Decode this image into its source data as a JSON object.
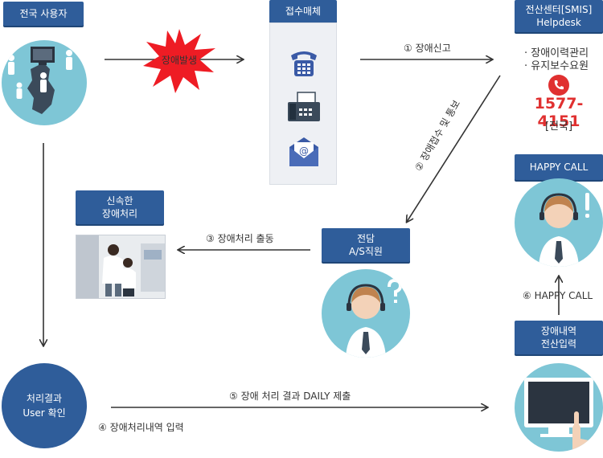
{
  "nodes": {
    "users": "전국 사용자",
    "media": "접수매체",
    "center_line1": "전산센터[SMIS]",
    "center_line2": "Helpdesk",
    "happy_call": "HAPPY CALL",
    "quick_line1": "신속한",
    "quick_line2": "장애처리",
    "staff_line1": "전담",
    "staff_line2": "A/S직원",
    "record_line1": "장애내역",
    "record_line2": "전산입력",
    "result_line1": "처리결과",
    "result_line2": "User 확인"
  },
  "center_items": [
    "· 장애이력관리",
    "· 유지보수요원"
  ],
  "contact": {
    "phone": "1577-4151",
    "region": "[전국]"
  },
  "flow": {
    "occurrence": "장애발생",
    "step1": "① 장애신고",
    "step2": "② 장애접수 및 통보",
    "step3": "③ 장애처리 출동",
    "step4": "④ 장애처리내역 입력",
    "step5": "⑤ 장애 처리 결과 DAILY 제출",
    "step6": "⑥ HAPPY CALL"
  },
  "colors": {
    "box": "#2f5d9a",
    "accent": "#e03030",
    "circle": "#7ec6d6"
  }
}
